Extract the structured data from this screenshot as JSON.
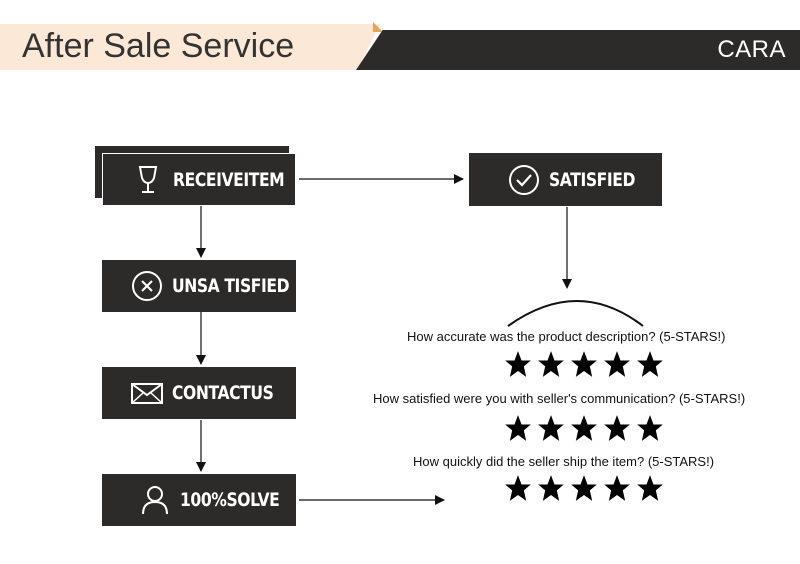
{
  "header": {
    "title": "After Sale Service",
    "brand": "CARA"
  },
  "flow": {
    "receive_item": {
      "label": "RECEIVEITEM",
      "icon": "wine-glass-icon"
    },
    "unsatisfied": {
      "label": "UNSA TISFIED",
      "icon": "circle-x-icon"
    },
    "contact_us": {
      "label": "CONTACTUS",
      "icon": "envelope-icon"
    },
    "solve": {
      "label": "100%SOLVE",
      "icon": "user-icon"
    },
    "satisfied": {
      "label": "SATISFIED",
      "icon": "circle-check-icon"
    }
  },
  "rating": {
    "questions": [
      {
        "text": "How accurate was the product description? (5-STARS!)",
        "stars": 5
      },
      {
        "text": "How satisfied were you with seller's communication? (5-STARS!)",
        "stars": 5
      },
      {
        "text": "How quickly did the seller ship the item? (5-STARS!)",
        "stars": 5
      }
    ]
  },
  "colors": {
    "box": "#2d2b2a",
    "header_band": "#fbe8d6",
    "accent": "#e8a35a"
  }
}
